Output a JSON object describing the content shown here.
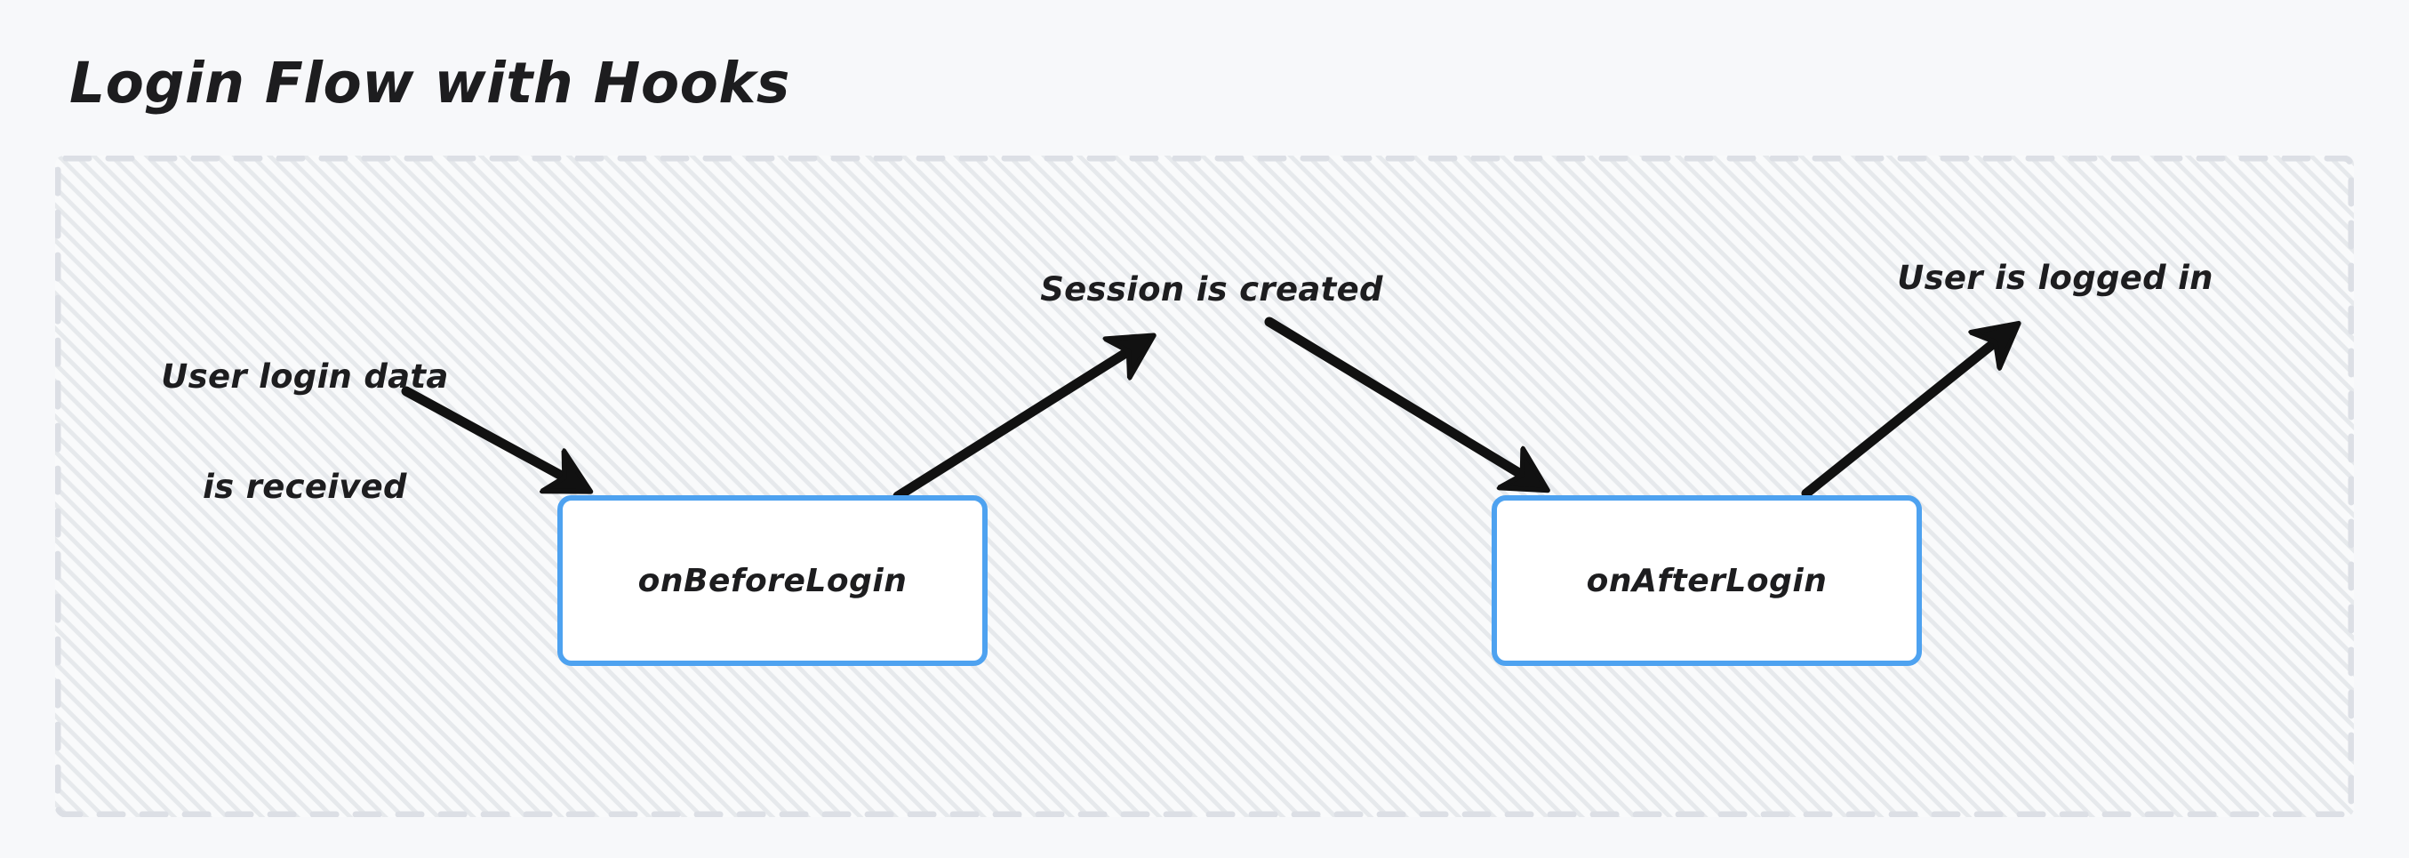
{
  "page": {
    "title": "Login Flow with Hooks",
    "background_color": "#f7f8fa",
    "accent_color": "#4ea2f0",
    "text_color": "#1d1d1f",
    "container_border_color": "#dcdfe5"
  },
  "diagram": {
    "type": "flowchart",
    "nodes": [
      {
        "id": "on-before-login",
        "label": "onBeforeLogin",
        "shape": "rounded-rectangle",
        "fill": "#ffffff",
        "stroke": "#4ea2f0"
      },
      {
        "id": "on-after-login",
        "label": "onAfterLogin",
        "shape": "rounded-rectangle",
        "fill": "#ffffff",
        "stroke": "#4ea2f0"
      }
    ],
    "edges": [
      {
        "id": "edge-user-login-data",
        "label_line1": "User login data",
        "label_line2": "is received",
        "from": "input",
        "to": "on-before-login",
        "direction": "down-right"
      },
      {
        "id": "edge-session-created",
        "label": "Session is created",
        "from": "on-before-login",
        "to": "on-after-login",
        "direction": "up-right-then-down-right"
      },
      {
        "id": "edge-user-logged-in",
        "label": "User is logged in",
        "from": "on-after-login",
        "to": "output",
        "direction": "up-right"
      }
    ]
  }
}
